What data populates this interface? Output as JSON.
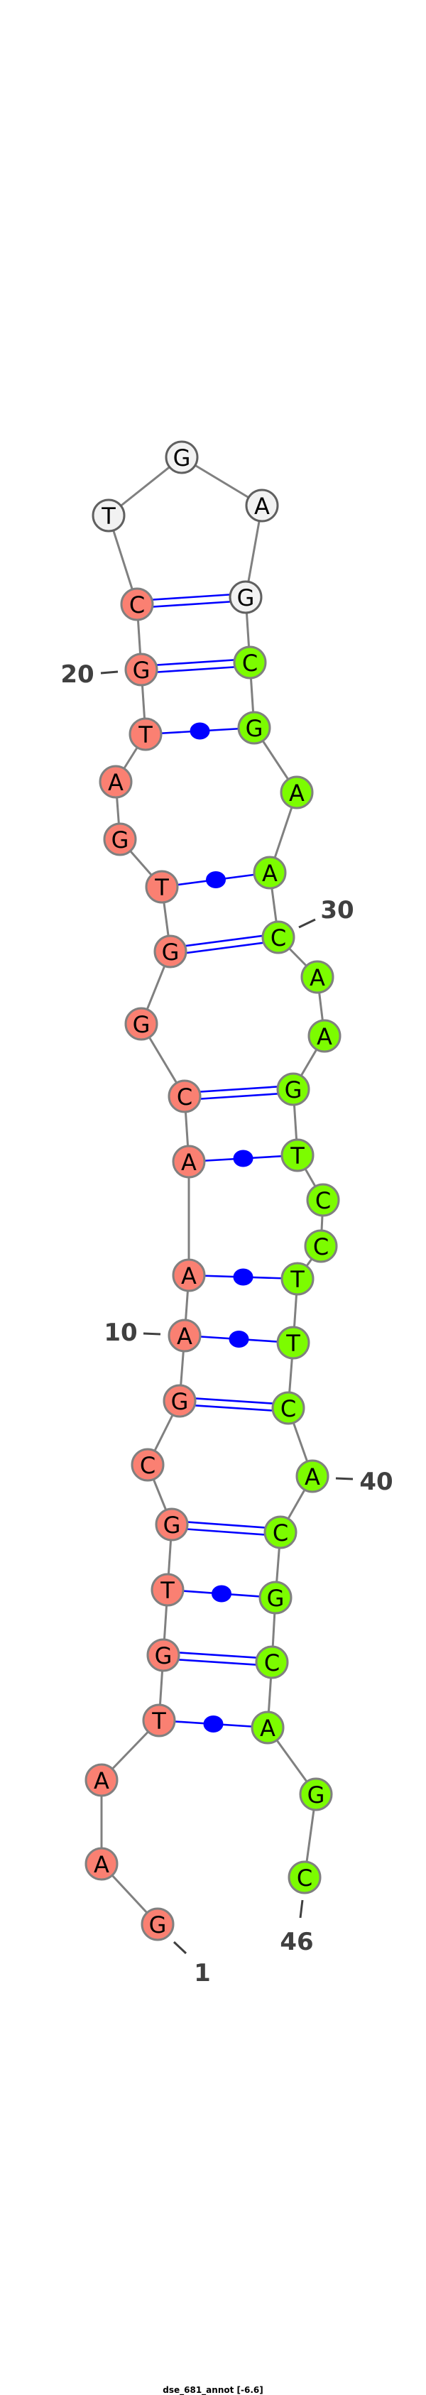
{
  "title": "dse_681_annot [-6.6]",
  "sequence": [
    "G",
    "A",
    "A",
    "T",
    "G",
    "T",
    "G",
    "C",
    "G",
    "A",
    "A",
    "A",
    "C",
    "G",
    "G",
    "T",
    "G",
    "A",
    "T",
    "G",
    "C",
    "T",
    "G",
    "A",
    "G",
    "C",
    "G",
    "A",
    "A",
    "C",
    "A",
    "A",
    "G",
    "T",
    "C",
    "C",
    "T",
    "T",
    "C",
    "A",
    "C",
    "G",
    "C",
    "A",
    "G",
    "C"
  ],
  "colors": {
    "strand5": "#fa8072",
    "loop": "#f2f2f2",
    "strand3": "#7cfc00",
    "pair": "#0000ff",
    "backbone": "#808080",
    "label": "#404040"
  },
  "regions": [
    {
      "name": "strand5",
      "from": 1,
      "to": 21
    },
    {
      "name": "loop",
      "from": 22,
      "to": 25
    },
    {
      "name": "strand3",
      "from": 26,
      "to": 46
    }
  ],
  "pairs": [
    {
      "i": 21,
      "j": 25,
      "type": "canonical"
    },
    {
      "i": 20,
      "j": 26,
      "type": "canonical"
    },
    {
      "i": 19,
      "j": 27,
      "type": "wobble"
    },
    {
      "i": 16,
      "j": 29,
      "type": "wobble"
    },
    {
      "i": 15,
      "j": 30,
      "type": "canonical"
    },
    {
      "i": 13,
      "j": 33,
      "type": "canonical"
    },
    {
      "i": 12,
      "j": 34,
      "type": "wobble"
    },
    {
      "i": 11,
      "j": 37,
      "type": "wobble"
    },
    {
      "i": 10,
      "j": 38,
      "type": "wobble"
    },
    {
      "i": 9,
      "j": 39,
      "type": "canonical"
    },
    {
      "i": 7,
      "j": 41,
      "type": "canonical"
    },
    {
      "i": 6,
      "j": 42,
      "type": "wobble"
    },
    {
      "i": 5,
      "j": 43,
      "type": "canonical"
    },
    {
      "i": 4,
      "j": 44,
      "type": "wobble"
    }
  ],
  "position_labels": [
    {
      "pos": 1,
      "text": "1"
    },
    {
      "pos": 10,
      "text": "10"
    },
    {
      "pos": 20,
      "text": "20"
    },
    {
      "pos": 30,
      "text": "30"
    },
    {
      "pos": 40,
      "text": "40"
    },
    {
      "pos": 46,
      "text": "46"
    }
  ]
}
